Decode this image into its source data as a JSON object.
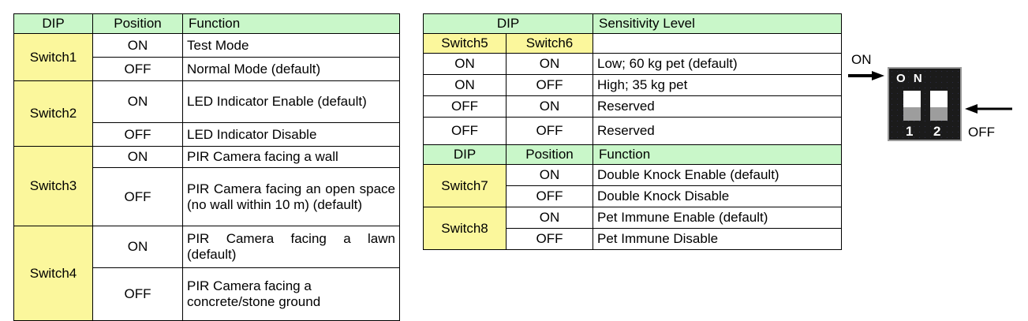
{
  "colors": {
    "header_green": "#c9f7c9",
    "switch_yellow": "#fbf79c",
    "border": "#000000",
    "dip_body": "#1b1b1b",
    "toggle_up": "#ffffff",
    "toggle_down": "#9d9d9d"
  },
  "left_table": {
    "headers": {
      "dip": "DIP",
      "position": "Position",
      "function": "Function"
    },
    "rows": [
      {
        "switch": "Switch1",
        "position": "ON",
        "function": "Test Mode"
      },
      {
        "switch": "Switch1",
        "position": "OFF",
        "function": "Normal Mode (default)"
      },
      {
        "switch": "Switch2",
        "position": "ON",
        "function": "LED Indicator Enable (default)"
      },
      {
        "switch": "Switch2",
        "position": "OFF",
        "function": "LED Indicator Disable"
      },
      {
        "switch": "Switch3",
        "position": "ON",
        "function": "PIR Camera facing a wall"
      },
      {
        "switch": "Switch3",
        "position": "OFF",
        "function": "PIR Camera facing an open space (no wall within 10 m) (default)"
      },
      {
        "switch": "Switch4",
        "position": "ON",
        "function": "PIR Camera facing a lawn (default)"
      },
      {
        "switch": "Switch4",
        "position": "OFF",
        "function": "PIR Camera facing a concrete/stone ground"
      }
    ]
  },
  "right_table": {
    "sensitivity_headers": {
      "dip": "DIP",
      "sensitivity": "Sensitivity Level",
      "switch5": "Switch5",
      "switch6": "Switch6",
      "blank": ""
    },
    "sensitivity_rows": [
      {
        "switch5": "ON",
        "switch6": "ON",
        "level": "Low; 60 kg pet (default)"
      },
      {
        "switch5": "ON",
        "switch6": "OFF",
        "level": "High; 35 kg pet"
      },
      {
        "switch5": "OFF",
        "switch6": "ON",
        "level": "Reserved"
      },
      {
        "switch5": "OFF",
        "switch6": "OFF",
        "level": "Reserved"
      }
    ],
    "function_headers": {
      "dip": "DIP",
      "position": "Position",
      "function": "Function"
    },
    "function_rows": [
      {
        "switch": "Switch7",
        "position": "ON",
        "function": "Double Knock Enable (default)"
      },
      {
        "switch": "Switch7",
        "position": "OFF",
        "function": "Double Knock Disable"
      },
      {
        "switch": "Switch8",
        "position": "ON",
        "function": "Pet Immune Enable (default)"
      },
      {
        "switch": "Switch8",
        "position": "OFF",
        "function": "Pet Immune Disable"
      }
    ]
  },
  "dip_illustration": {
    "on_label": "ON",
    "off_label": "OFF",
    "body_on_text": "O N",
    "switch_numbers": [
      "1",
      "2"
    ]
  }
}
